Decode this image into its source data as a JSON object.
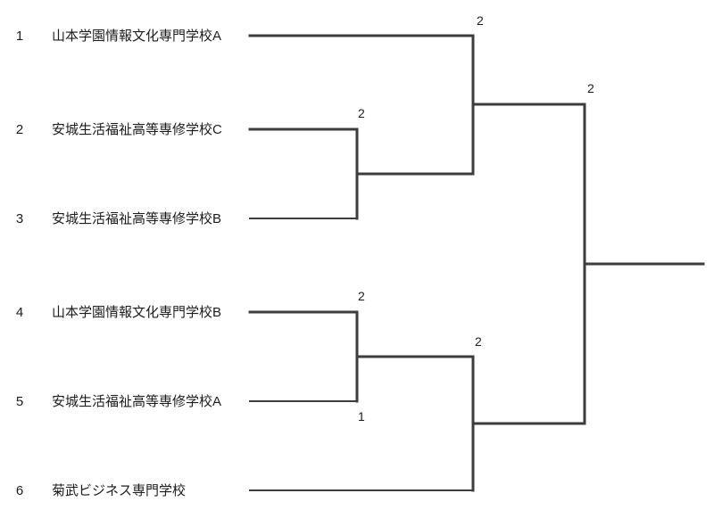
{
  "bracket": {
    "line_color": "#3d3d3d",
    "teams": [
      {
        "seed": "1",
        "name": "山本学園情報文化専門学校A"
      },
      {
        "seed": "2",
        "name": "安城生活福祉高等専修学校C"
      },
      {
        "seed": "3",
        "name": "安城生活福祉高等専修学校B"
      },
      {
        "seed": "4",
        "name": "山本学園情報文化専門学校B"
      },
      {
        "seed": "5",
        "name": "安城生活福祉高等専修学校A"
      },
      {
        "seed": "6",
        "name": "菊武ビジネス専門学校"
      }
    ],
    "scores": {
      "team1_semifinal": "2",
      "team2_round1": "2",
      "top_final": "2",
      "team4_round1": "2",
      "bottom_semifinal": "2",
      "team5_round1": "1"
    }
  }
}
